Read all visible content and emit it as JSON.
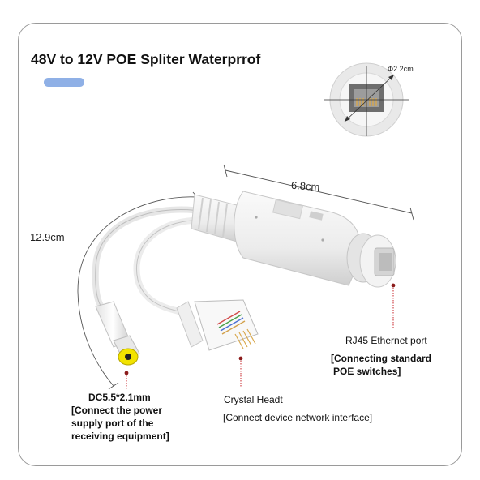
{
  "title": "48V to 12V POE Spliter Waterprrof",
  "dimensions": {
    "width": "6.8cm",
    "length": "12.9cm",
    "diameter": "Φ2.2cm"
  },
  "labels": {
    "rj45_title": "RJ45 Ethernet port",
    "rj45_desc_1": "[Connecting standard",
    "rj45_desc_2": "POE switches]",
    "crystal_title": "Crystal Headt",
    "crystal_desc": "[Connect device network interface]",
    "dc_title": "DC5.5*2.1mm",
    "dc_desc_1": "[Connect the power",
    "dc_desc_2": "supply port of the",
    "dc_desc_3": "receiving equipment]"
  },
  "colors": {
    "accent_bar": "#8fb0e6",
    "leader_line": "#c8272d",
    "dot": "#8b1b1b",
    "product_white": "#f1f1f1",
    "dc_tip": "#f2e300"
  }
}
